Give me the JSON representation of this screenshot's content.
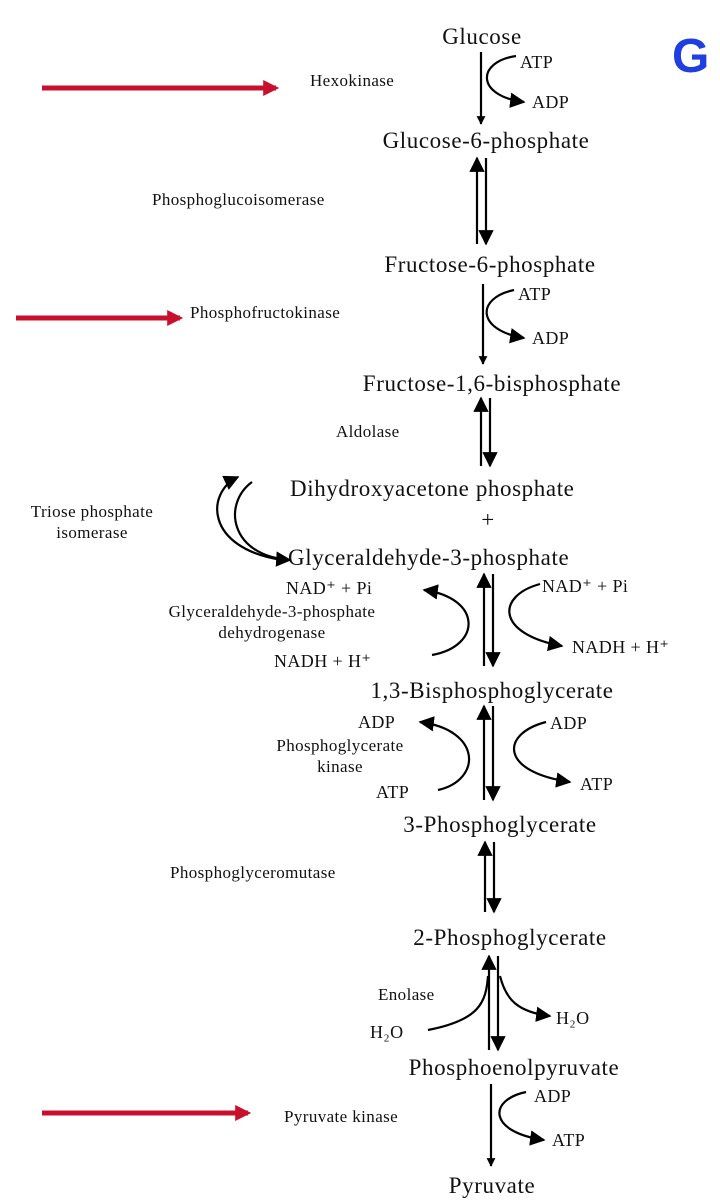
{
  "corner_letter": "G",
  "colors": {
    "highlight_arrow": "#c8102e",
    "corner_letter": "#1f3fe0",
    "ink": "#111111"
  },
  "metabolites": {
    "glucose": "Glucose",
    "g6p": "Glucose-6-phosphate",
    "f6p": "Fructose-6-phosphate",
    "f16bp": "Fructose-1,6-bisphosphate",
    "dhap": "Dihydroxyacetone phosphate",
    "plus": "+",
    "g3p": "Glyceraldehyde-3-phosphate",
    "bpg13": "1,3-Bisphosphoglycerate",
    "pg3": "3-Phosphoglycerate",
    "pg2": "2-Phosphoglycerate",
    "pep": "Phosphoenolpyruvate",
    "pyruvate": "Pyruvate"
  },
  "enzymes": {
    "hexokinase": "Hexokinase",
    "pgi": "Phosphoglucoisomerase",
    "pfk": "Phosphofructokinase",
    "aldolase": "Aldolase",
    "tpi_line1": "Triose phosphate",
    "tpi_line2": "isomerase",
    "gapdh_line1": "Glyceraldehyde-3-phosphate",
    "gapdh_line2": "dehydrogenase",
    "pgk_line1": "Phosphoglycerate",
    "pgk_line2": "kinase",
    "pgm": "Phosphoglyceromutase",
    "enolase": "Enolase",
    "pk": "Pyruvate kinase"
  },
  "cofactors": {
    "hk_in": "ATP",
    "hk_out": "ADP",
    "pfk_in": "ATP",
    "pfk_out": "ADP",
    "gapdh_left_top": "NAD⁺ + Pi",
    "gapdh_left_bottom": "NADH + H⁺",
    "gapdh_right_top": "NAD⁺ + Pi",
    "gapdh_right_bottom": "NADH + H⁺",
    "pgk_left_top": "ADP",
    "pgk_left_bottom": "ATP",
    "pgk_right_top": "ADP",
    "pgk_right_bottom": "ATP",
    "eno_left": "H₂O",
    "eno_right": "H₂O",
    "pk_in": "ADP",
    "pk_out": "ATP"
  },
  "regulated_steps": [
    "Hexokinase",
    "Phosphofructokinase",
    "Pyruvate kinase"
  ]
}
